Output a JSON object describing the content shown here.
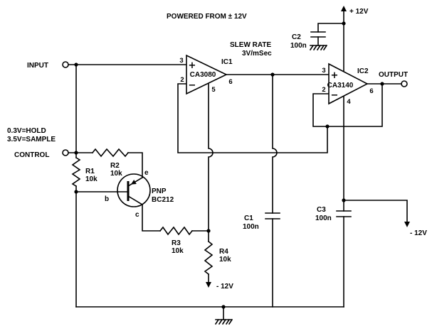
{
  "header": {
    "power_note": "POWERED FROM ± 12V"
  },
  "supplies": {
    "positive_label": "+ 12V",
    "negative_r4_label": "- 12V",
    "negative_ic2_label": "- 12V"
  },
  "terminals": {
    "input": "INPUT",
    "control": "CONTROL",
    "output": "OUTPUT"
  },
  "control_levels": {
    "hold": "0.3V=HOLD",
    "sample": "3.5V=SAMPLE"
  },
  "slew_rate": {
    "label": "SLEW RATE",
    "value": "3V/mSec"
  },
  "ic1": {
    "ref": "IC1",
    "part": "CA3080",
    "plus": "+",
    "minus": "−",
    "pin_noninv": "3",
    "pin_inv": "2",
    "pin_out": "6",
    "pin_bias": "5"
  },
  "ic2": {
    "ref": "IC2",
    "part": "CA3140",
    "plus": "+",
    "minus": "−",
    "pin_noninv": "3",
    "pin_inv": "2",
    "pin_out": "6",
    "pin_supply": "4"
  },
  "resistors": {
    "r1": {
      "ref": "R1",
      "value": "10k"
    },
    "r2": {
      "ref": "R2",
      "value": "10k"
    },
    "r3": {
      "ref": "R3",
      "value": "10k"
    },
    "r4": {
      "ref": "R4",
      "value": "10k"
    }
  },
  "capacitors": {
    "c1": {
      "ref": "C1",
      "value": "100n"
    },
    "c2": {
      "ref": "C2",
      "value": "100n"
    },
    "c3": {
      "ref": "C3",
      "value": "100n"
    }
  },
  "transistor": {
    "type": "PNP",
    "part": "BC212",
    "emitter": "e",
    "base": "b",
    "collector": "c"
  },
  "colors": {
    "ink": "#000000",
    "paper": "#ffffff"
  }
}
